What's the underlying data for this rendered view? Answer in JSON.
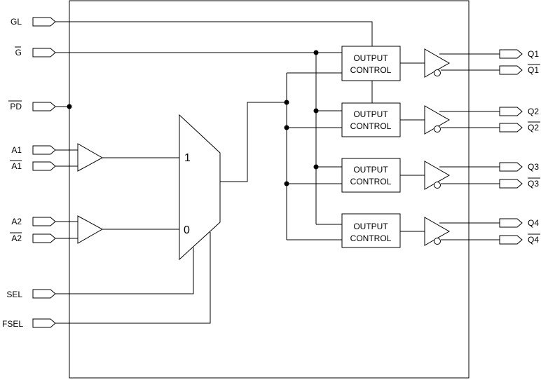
{
  "inputs": {
    "gl": "GL",
    "g": "G",
    "pd": "PD",
    "a1": "A1",
    "a1_bar": "A1",
    "a2": "A2",
    "a2_bar": "A2",
    "sel": "SEL",
    "fsel": "FSEL"
  },
  "mux": {
    "in1": "1",
    "in0": "0"
  },
  "output_control": {
    "line1": "OUTPUT",
    "line2": "CONTROL"
  },
  "outputs": {
    "q1": "Q1",
    "q1_bar": "Q1",
    "q2": "Q2",
    "q2_bar": "Q2",
    "q3": "Q3",
    "q3_bar": "Q3",
    "q4": "Q4",
    "q4_bar": "Q4"
  }
}
